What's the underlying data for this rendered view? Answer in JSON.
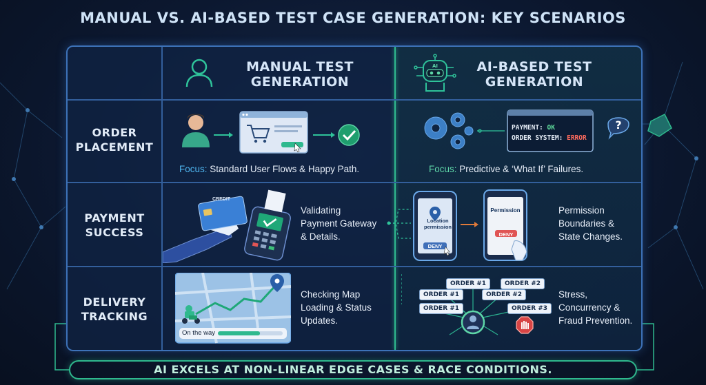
{
  "title": "MANUAL VS. AI-BASED TEST CASE GENERATION: KEY SCENARIOS",
  "columns": {
    "manual": {
      "line1": "MANUAL TEST",
      "line2": "GENERATION",
      "icon": "person-icon"
    },
    "ai": {
      "line1": "AI-BASED TEST",
      "line2": "GENERATION",
      "icon": "robot-icon",
      "robot_label": "AI"
    }
  },
  "rows": [
    {
      "label_line1": "ORDER",
      "label_line2": "PLACEMENT",
      "manual": {
        "focus_label": "Focus:",
        "focus_text": "Standard User Flows & Happy Path."
      },
      "ai": {
        "focus_label": "Focus:",
        "focus_text": "Predictive & ‘What If’ Failures.",
        "payment_label": "PAYMENT:",
        "payment_value": "OK",
        "order_label": "ORDER SYSTEM:",
        "order_value": "ERROR"
      }
    },
    {
      "label_line1": "PAYMENT",
      "label_line2": "SUCCESS",
      "manual": {
        "card_label": "CREDIT",
        "text_lines": [
          "Validating",
          "Payment Gateway",
          "& Details."
        ]
      },
      "ai": {
        "location_text": "Location permission",
        "deny_button": "DENY",
        "permission_title": "Permission",
        "deny_button_2": "DENY",
        "text_lines": [
          "Permission",
          "Boundaries &",
          "State Changes."
        ]
      }
    },
    {
      "label_line1": "DELIVERY",
      "label_line2": "TRACKING",
      "manual": {
        "status_text": "On the way",
        "progress": 0.65,
        "text_lines": [
          "Checking Map",
          "Loading & Status",
          "Updates."
        ]
      },
      "ai": {
        "orders": [
          "ORDER #1",
          "ORDER #2",
          "ORDER #1",
          "ORDER #2",
          "ORDER #1",
          "ORDER #3"
        ],
        "text_lines": [
          "Stress,",
          "Concurrency &",
          "Fraud Prevention."
        ]
      }
    }
  ],
  "footer": "AI EXCELS AT NON-LINEAR EDGE CASES & RACE CONDITIONS.",
  "colors": {
    "accent_blue": "#3d72b8",
    "accent_green": "#2fb98e",
    "focus_blue": "#4fb6f0",
    "ok_green": "#5fdc9c",
    "error_red": "#ff6b5e"
  }
}
